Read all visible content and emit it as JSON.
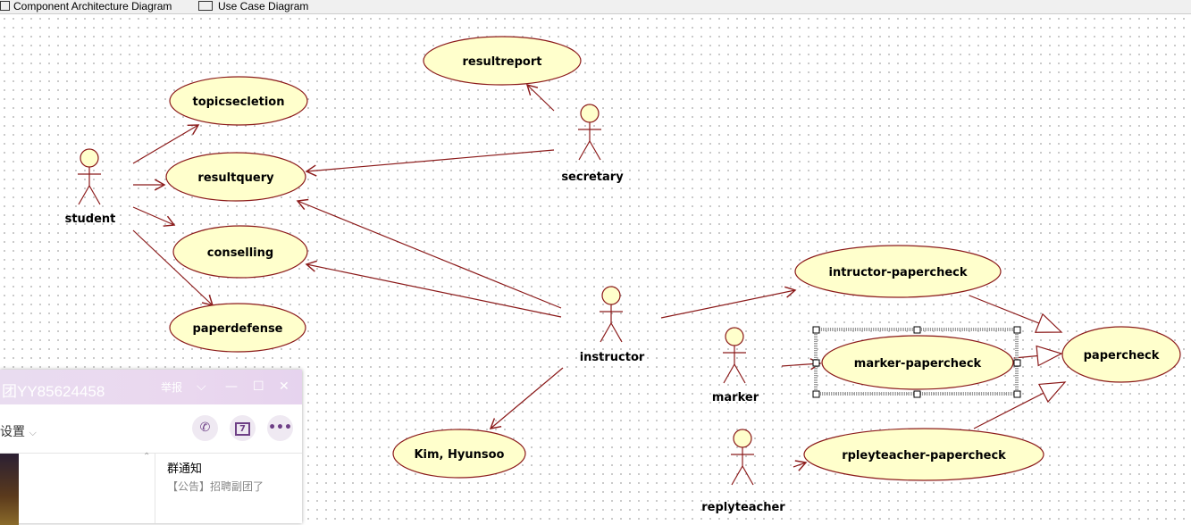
{
  "tabs": [
    "Component Architecture Diagram",
    "Use Case Diagram"
  ],
  "colors": {
    "use_case_fill": "#ffffcc",
    "stroke": "#8b1a1a",
    "selection": "#000000"
  },
  "actors": [
    "student",
    "secretary",
    "instructor",
    "marker",
    "replyteacher"
  ],
  "use_cases": [
    "resultreport",
    "topicsecletion",
    "resultquery",
    "conselling",
    "paperdefense",
    "intructor-papercheck",
    "marker-papercheck",
    "papercheck",
    "rpleyteacher-papercheck",
    "Kim, Hyunsoo"
  ],
  "chat": {
    "title": "团YY85624458",
    "report": "举报",
    "settings": "设置",
    "calendar_day": "7",
    "notice_title": "群通知",
    "notice_text": "【公告】招聘副团了"
  }
}
